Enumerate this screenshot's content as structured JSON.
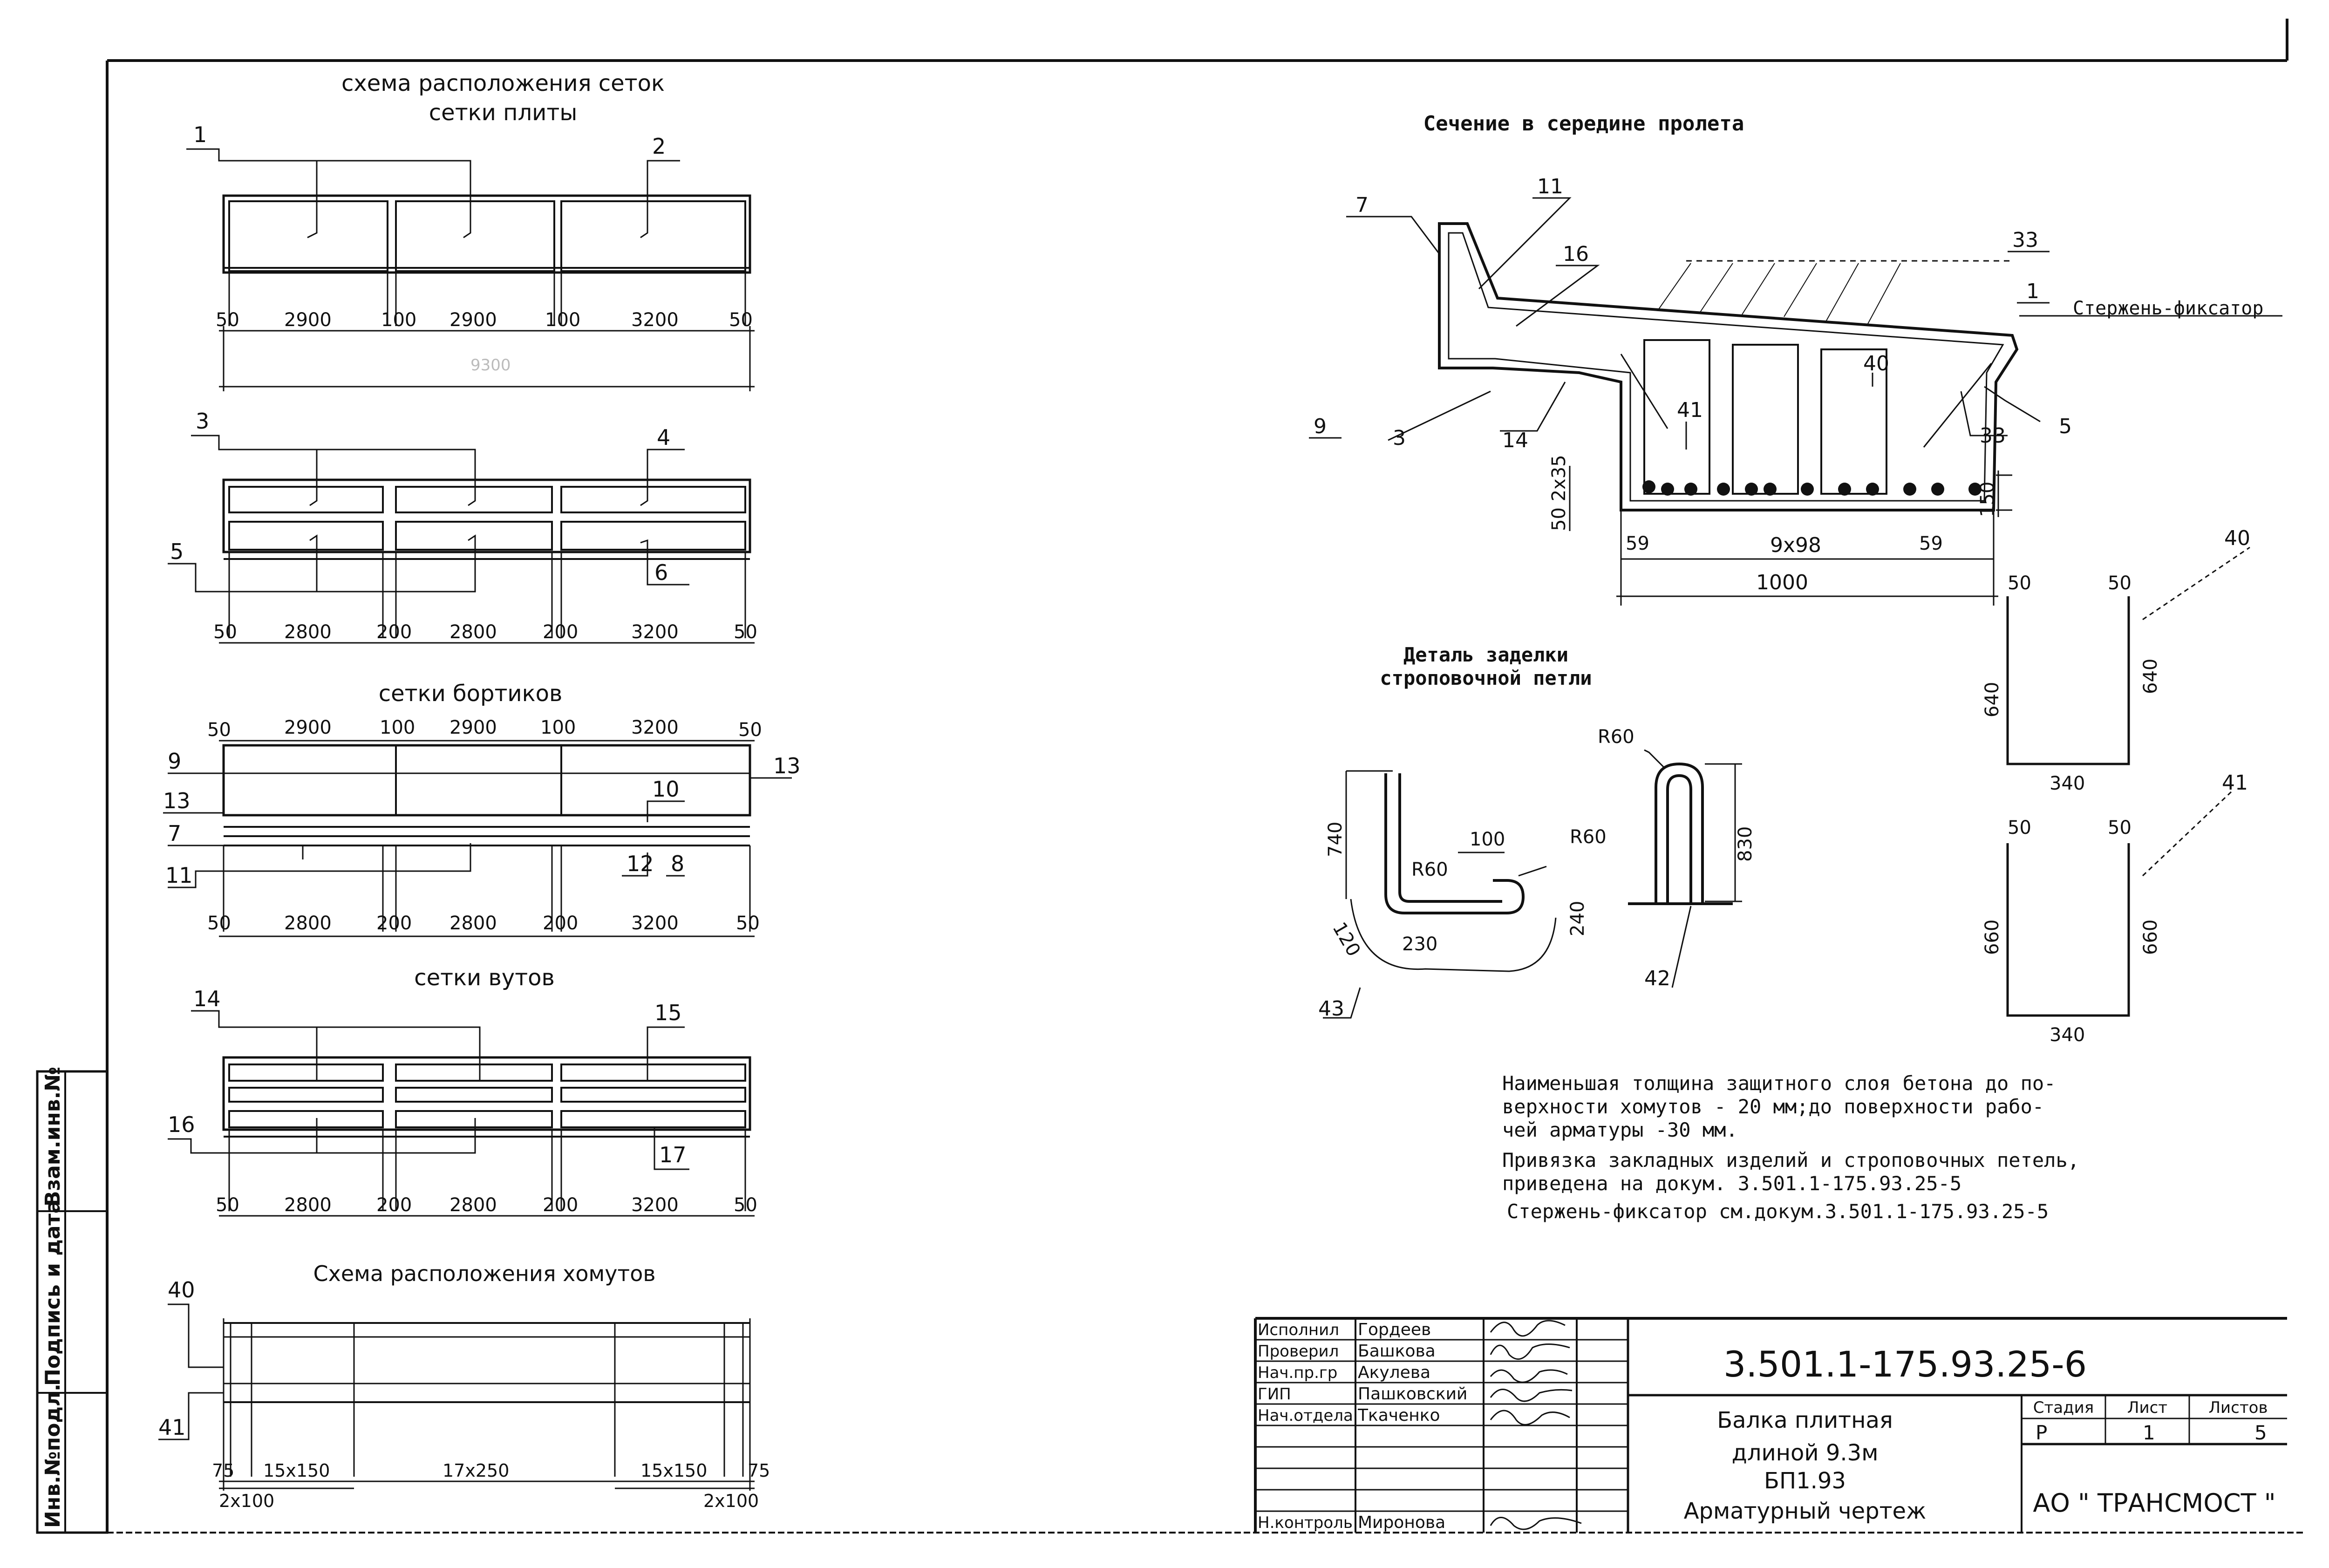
{
  "panel_titles": {
    "mesh_layout_line1": "схема расположения сеток",
    "mesh_layout_line2": "сетки плиты",
    "side_meshes": "сетки бортиков",
    "haunch_meshes": "сетки вутов",
    "stirrups": "Схема расположения хомутов",
    "section": "Сечение в середине пролета",
    "detail_line1": "Деталь заделки",
    "detail_line2": "строповочной петли"
  },
  "plate_mesh": {
    "labels": [
      "1",
      "2"
    ],
    "dims": [
      "50",
      "2900",
      "100",
      "2900",
      "100",
      "3200",
      "50"
    ],
    "total": "9300"
  },
  "plate_mesh_2": {
    "labels": [
      "3",
      "4",
      "5",
      "6"
    ],
    "dims": [
      "50",
      "2800",
      "200",
      "2800",
      "200",
      "3200",
      "50"
    ]
  },
  "side_mesh": {
    "top_dims": [
      "50",
      "2900",
      "100",
      "2900",
      "100",
      "3200",
      "50"
    ],
    "labels": [
      "9",
      "13",
      "7",
      "11",
      "10",
      "13",
      "12",
      "8"
    ],
    "bottom_dims": [
      "50",
      "2800",
      "200",
      "2800",
      "200",
      "3200",
      "50"
    ]
  },
  "haunch_mesh": {
    "labels": [
      "14",
      "15",
      "16",
      "17"
    ],
    "dims": [
      "50",
      "2800",
      "200",
      "2800",
      "200",
      "3200",
      "50"
    ]
  },
  "stirrup_scheme": {
    "labels": [
      "40",
      "41"
    ],
    "dims": [
      "75",
      "15x150",
      "17x250",
      "15x150",
      "75"
    ],
    "sub_dims": [
      "2x100",
      "2x100"
    ]
  },
  "section": {
    "labels": [
      "7",
      "11",
      "16",
      "33",
      "1",
      "9",
      "3",
      "14",
      "41",
      "40",
      "33",
      "5"
    ],
    "fixator": "Стержень-фиксатор",
    "dim_vertical": "50 2x35",
    "dim_150": "150",
    "dim_59_left": "59",
    "dim_9x98": "9x98",
    "dim_59_right": "59",
    "dim_1000": "1000"
  },
  "stirrup_40": {
    "label": "40",
    "w1": "50",
    "w2": "50",
    "h1": "640",
    "h2": "640",
    "width": "340"
  },
  "stirrup_41": {
    "label": "41",
    "w1": "50",
    "w2": "50",
    "h1": "660",
    "h2": "660",
    "width": "340"
  },
  "loop_detail": {
    "dims": [
      "740",
      "R60",
      "100",
      "R60",
      "120",
      "230",
      "240",
      "R60",
      "830"
    ],
    "labels": [
      "43",
      "42"
    ]
  },
  "notes": [
    "Наименьшая толщина защитного слоя бетона до по-",
    "верхности хомутов - 20 мм;до поверхности рабо-",
    "чей арматуры -30 мм.",
    "Привязка закладных изделий и строповочных петель,",
    "приведена на докум. 3.501.1-175.93.25-5",
    "Стержень-фиксатор см.докум.3.501.1-175.93.25-5"
  ],
  "side_stamp": [
    "Инв.№подл.",
    "Подпись и дата",
    "Взам.инв.№"
  ],
  "title_block": {
    "roles": [
      "Исполнил",
      "Проверил",
      "Нач.пр.гр",
      "ГИП",
      "Нач.отдела",
      "",
      "",
      "Н.контроль"
    ],
    "names": [
      "Гордеев",
      "Башкова",
      "Акулева",
      "Пашковский",
      "Ткаченко",
      "",
      "",
      "Миронова"
    ],
    "doc_code": "3.501.1-175.93.25-6",
    "desc_lines": [
      "Балка плитная",
      "длиной 9.3м",
      "БП1.93",
      "Арматурный чертеж"
    ],
    "col_headers": [
      "Стадия",
      "Лист",
      "Листов"
    ],
    "col_values": [
      "Р",
      "1",
      "5"
    ],
    "org": "АО \" ТРАНСМОСТ \""
  }
}
